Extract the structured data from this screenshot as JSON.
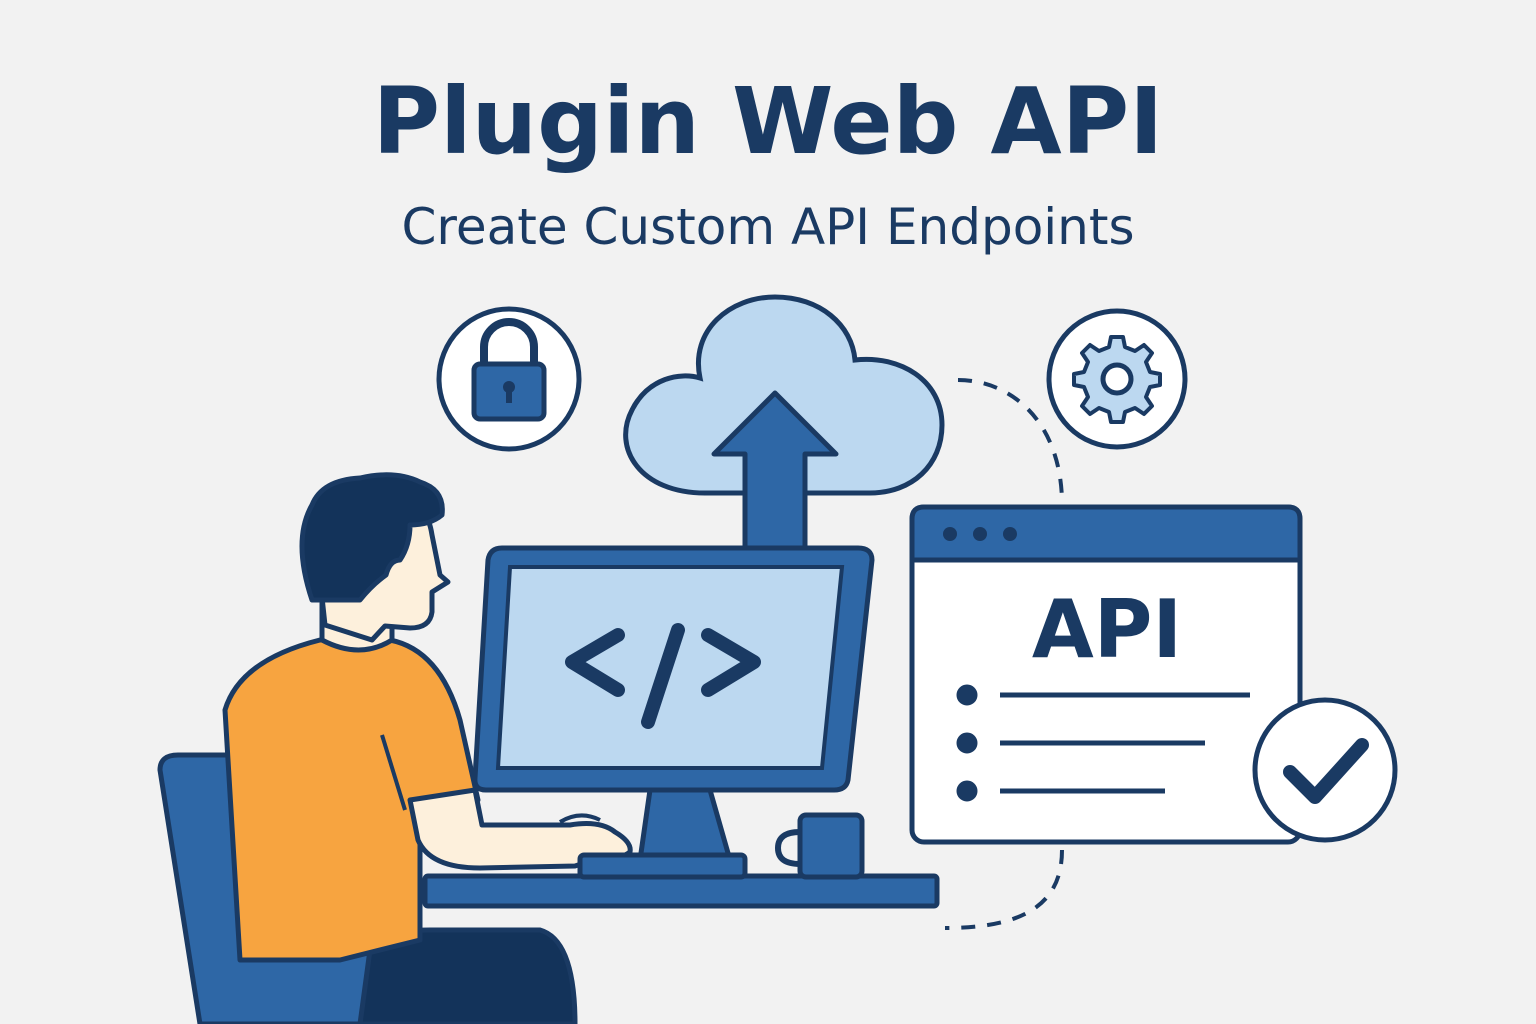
{
  "header": {
    "title": "Plugin Web API",
    "subtitle": "Create Custom API Endpoints"
  },
  "illustration": {
    "api_window_label": "API",
    "monitor_code_glyph": "</>",
    "icons": [
      "lock-icon",
      "cloud-upload-icon",
      "gear-icon",
      "check-icon",
      "code-icon",
      "coffee-mug-icon"
    ]
  },
  "colors": {
    "background": "#f2f2f2",
    "navy": "#1a3a63",
    "blue": "#2e67a6",
    "light_blue": "#bcd8f0",
    "orange": "#f7a440",
    "skin": "#fdf0dc",
    "white": "#ffffff"
  }
}
